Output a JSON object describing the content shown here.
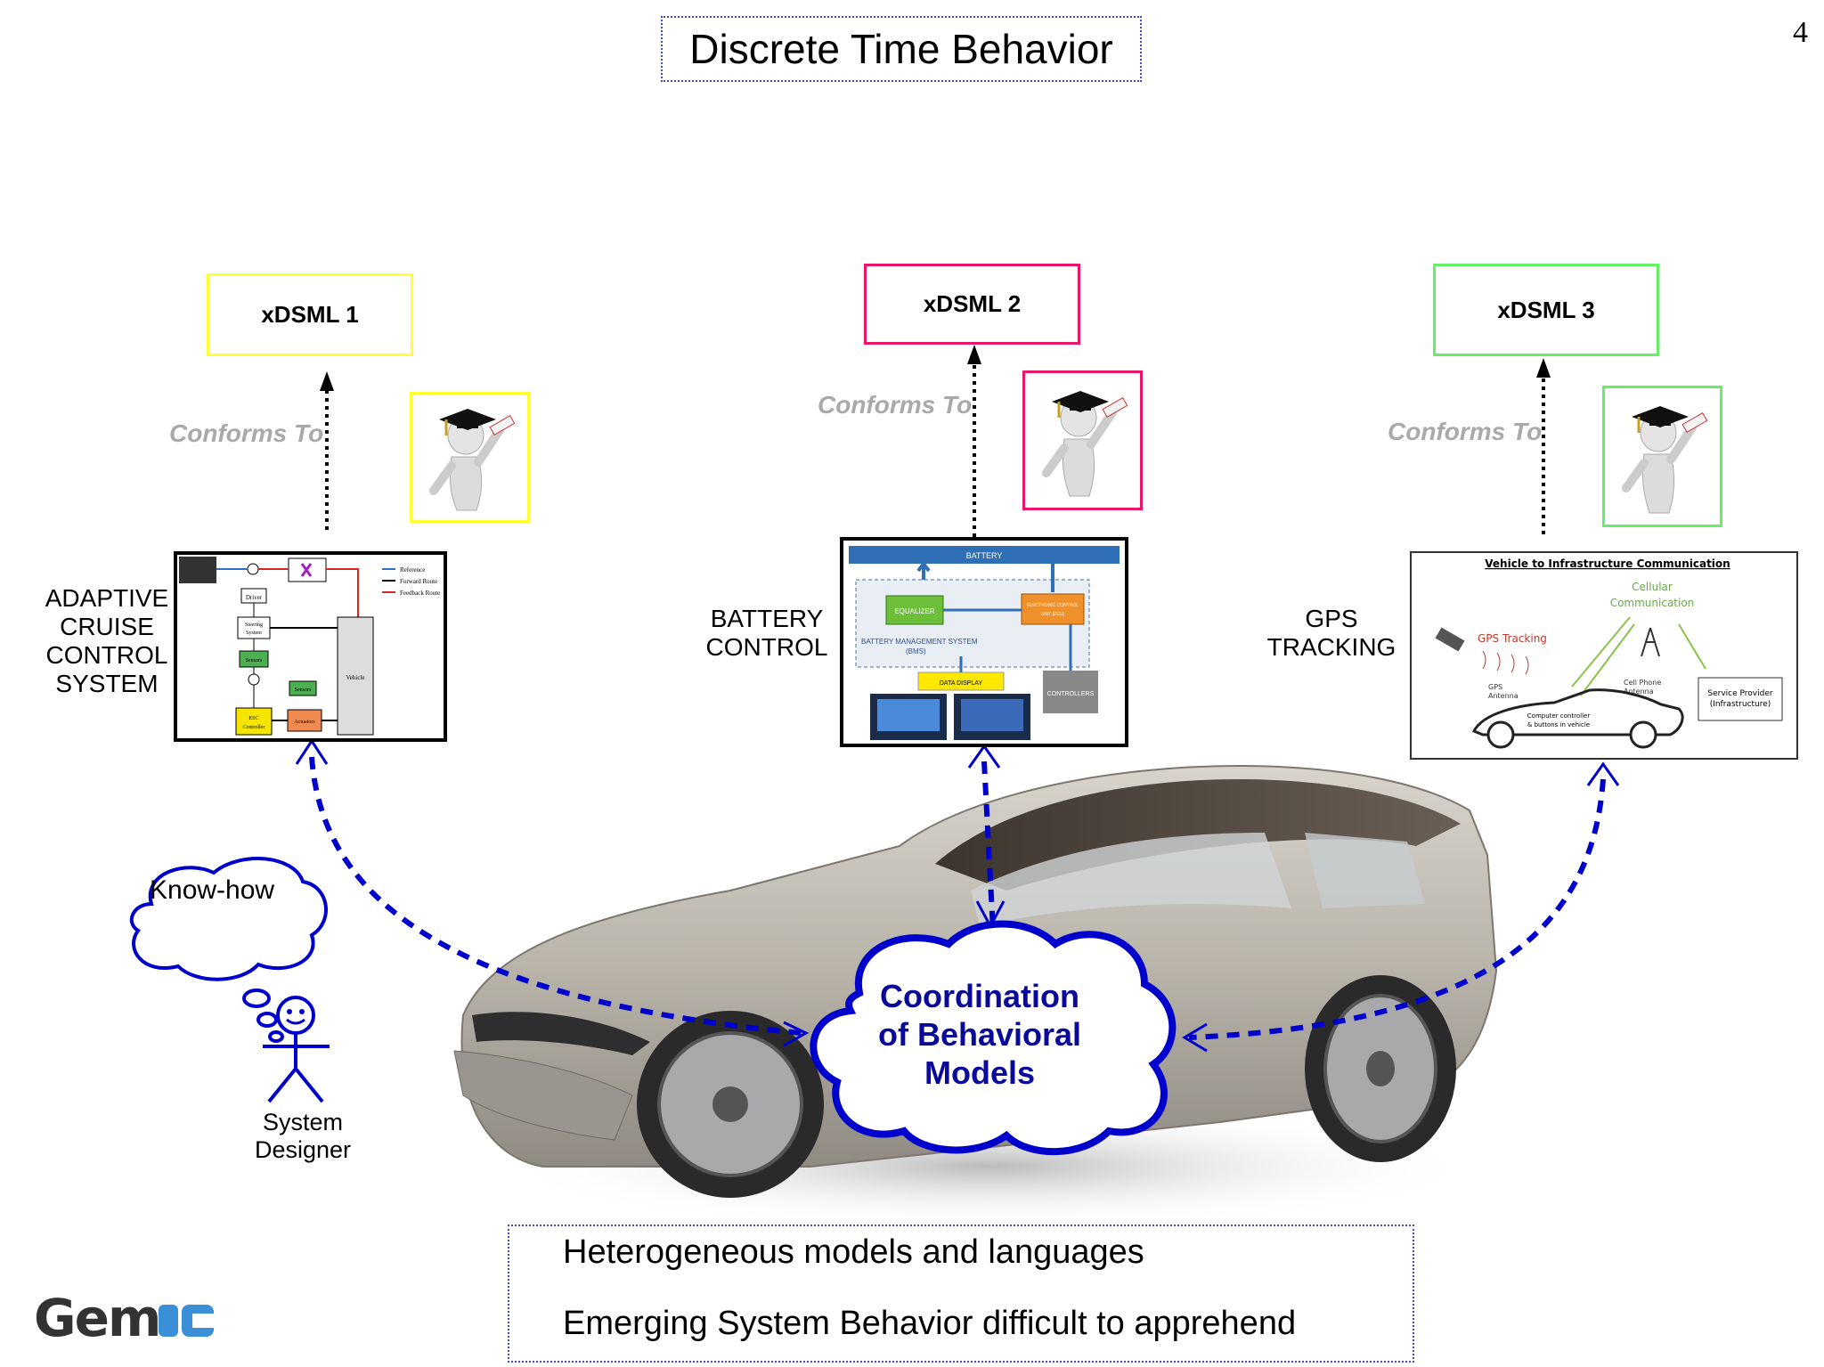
{
  "slide": {
    "title": "Discrete Time Behavior",
    "page_number": "4"
  },
  "languages": [
    {
      "name": "xDSML 1",
      "conforms": "Conforms To",
      "color": "#ffff33",
      "system": "ADAPTIVE\nCRUISE\nCONTROL\nSYSTEM"
    },
    {
      "name": "xDSML 2",
      "conforms": "Conforms To",
      "color": "#e8176b",
      "system": "BATTERY\nCONTROL"
    },
    {
      "name": "xDSML 3",
      "conforms": "Conforms To",
      "color": "#66ee66",
      "system": "GPS\nTRACKING"
    }
  ],
  "acc_diagram": {
    "blocks": [
      "Driver",
      "Steering\nSystem",
      "Sensors",
      "Sensors",
      "ESC\nController",
      "Actuators",
      "Vehicle"
    ],
    "legend": [
      "Reference",
      "Forward Route",
      "Feedback Route"
    ]
  },
  "battery_diagram": {
    "battery": "BATTERY",
    "equalizer": "EQUALIZER",
    "ecu": "ELECTRONIC CONTROL UNIT (ECU)",
    "bms": "BATTERY MANAGEMENT SYSTEM (BMS)",
    "display": "DATA DISPLAY",
    "controllers": "CONTROLLERS"
  },
  "gps_diagram": {
    "title": "Vehicle to Infrastructure Communication",
    "cellular": "Cellular\nCommunication",
    "gps_tracking": "GPS Tracking",
    "gps_antenna": "GPS\nAntenna",
    "cell_antenna": "Cell Phone\nAntenna",
    "computer": "Computer controller\n& buttons in vehicle",
    "provider": "Service Provider\n(Infrastructure)"
  },
  "coordination": "Coordination\nof Behavioral\nModels",
  "know_how": "Know-how",
  "designer": "System\nDesigner",
  "bottom": {
    "line1": "Heterogeneous models and languages",
    "line2": "Emerging System Behavior difficult to apprehend"
  },
  "logo": "Gemoc",
  "colors": {
    "accent_blue": "#0000cc",
    "coord_text": "#0a0a9a"
  }
}
